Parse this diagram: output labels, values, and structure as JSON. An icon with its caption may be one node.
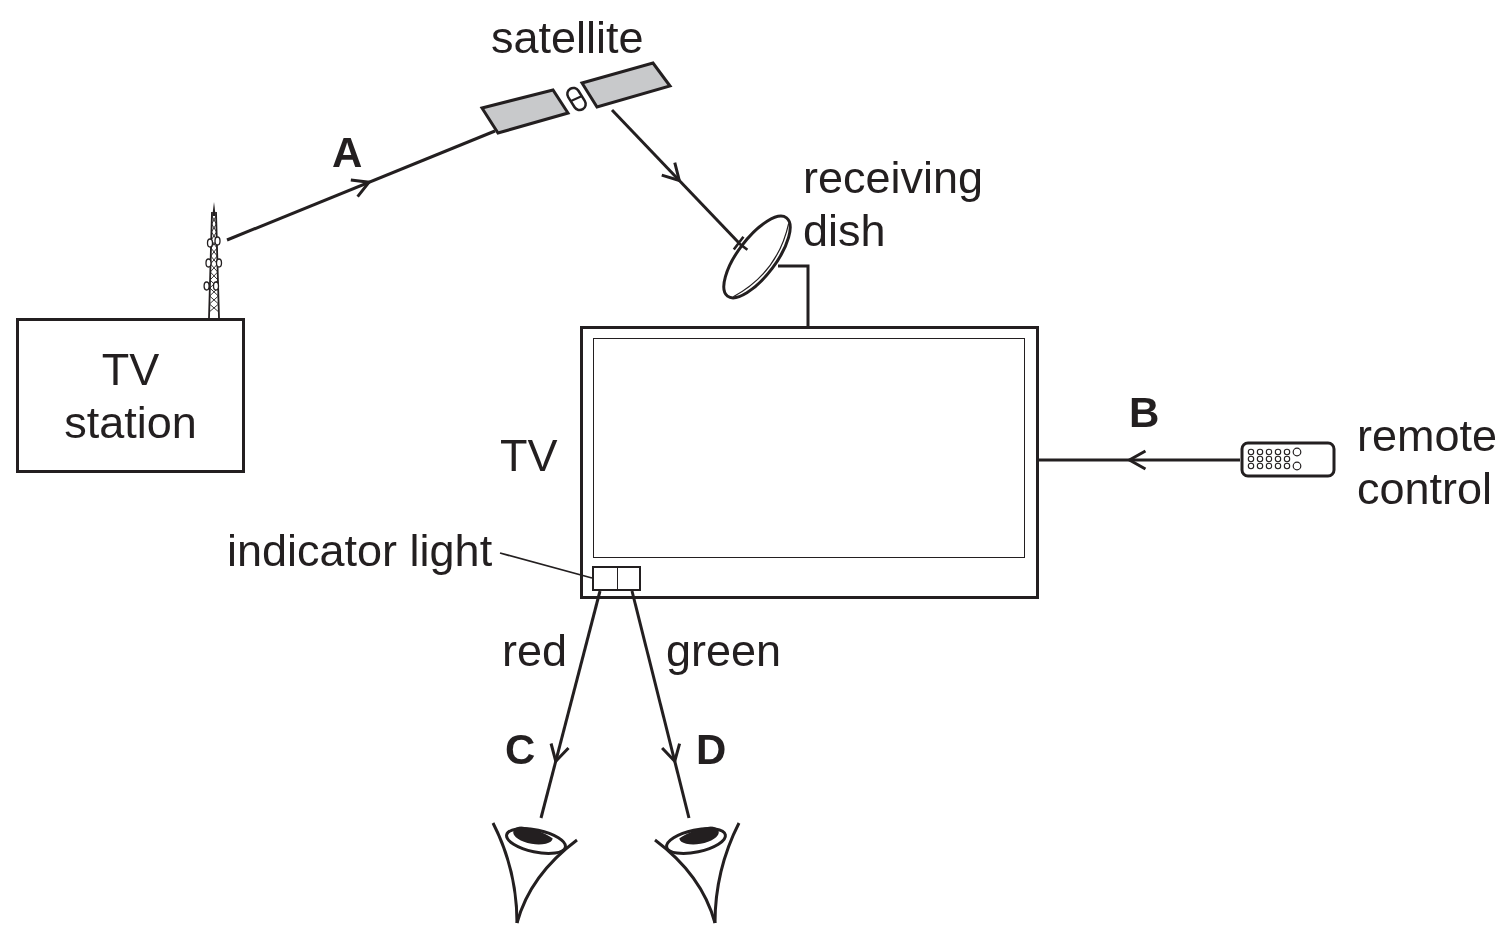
{
  "diagram": {
    "nodes": [
      {
        "text": [
          "TV station"
        ]
      },
      {
        "text": [],
        "shape": "picture"
      },
      {
        "text": [
          "satellite"
        ]
      },
      {
        "text": [
          "receiving dish"
        ]
      },
      {
        "text": [
          "TV"
        ]
      },
      {
        "text": [],
        "shape": "box",
        "in": 4
      },
      {
        "text": [
          "indicator light"
        ]
      },
      {
        "text": [
          "remote control"
        ]
      },
      {
        "text": [],
        "shape": "picture"
      },
      {
        "text": [],
        "shape": "picture"
      }
    ],
    "edges": [
      {
        "from": 1,
        "to": 2,
        "arrow": "to",
        "label": "A"
      },
      {
        "from": 2,
        "to": 3,
        "arrow": "to"
      },
      {
        "from": 3,
        "to": 4,
        "arrow": "none"
      },
      {
        "from": 7,
        "to": 4,
        "arrow": "to",
        "label": "B"
      },
      {
        "from": 6,
        "to": 5,
        "arrow": "none"
      },
      {
        "from": 5,
        "to": 8,
        "arrow": "to",
        "label": "C"
      },
      {
        "from": 5,
        "to": 9,
        "arrow": "to",
        "label": "D"
      }
    ],
    "labels": [
      "red",
      "green"
    ]
  }
}
